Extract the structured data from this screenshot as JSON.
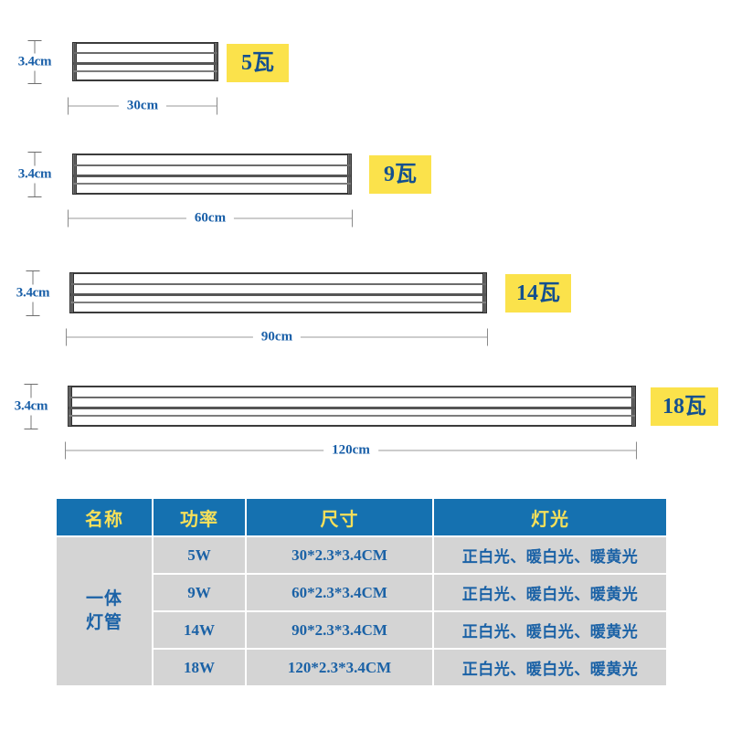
{
  "page": {
    "background": "#ffffff",
    "accent_blue": "#1571B0",
    "label_blue": "#195FA8",
    "badge_yellow": "#FBE24B",
    "badge_text_color": "#14508F",
    "header_text_color": "#F6E05A",
    "cell_background": "#D4D4D4"
  },
  "diagrams": [
    {
      "id": "lamp-30cm",
      "height_label": "3.4cm",
      "length_label": "30cm",
      "badge_label": "5瓦"
    },
    {
      "id": "lamp-60cm",
      "height_label": "3.4cm",
      "length_label": "60cm",
      "badge_label": "9瓦"
    },
    {
      "id": "lamp-90cm",
      "height_label": "3.4cm",
      "length_label": "90cm",
      "badge_label": "14瓦"
    },
    {
      "id": "lamp-120cm",
      "height_label": "3.4cm",
      "length_label": "120cm",
      "badge_label": "18瓦"
    }
  ],
  "spec_table": {
    "headers": [
      "名称",
      "功率",
      "尺寸",
      "灯光"
    ],
    "name_cell": "一体\n灯管",
    "name_cell_line1": "一体",
    "name_cell_line2": "灯管",
    "rows": [
      {
        "power": "5W",
        "size": "30*2.3*3.4CM",
        "light": "正白光、暖白光、暖黄光"
      },
      {
        "power": "9W",
        "size": "60*2.3*3.4CM",
        "light": "正白光、暖白光、暖黄光"
      },
      {
        "power": "14W",
        "size": "90*2.3*3.4CM",
        "light": "正白光、暖白光、暖黄光"
      },
      {
        "power": "18W",
        "size": "120*2.3*3.4CM",
        "light": "正白光、暖白光、暖黄光"
      }
    ]
  }
}
